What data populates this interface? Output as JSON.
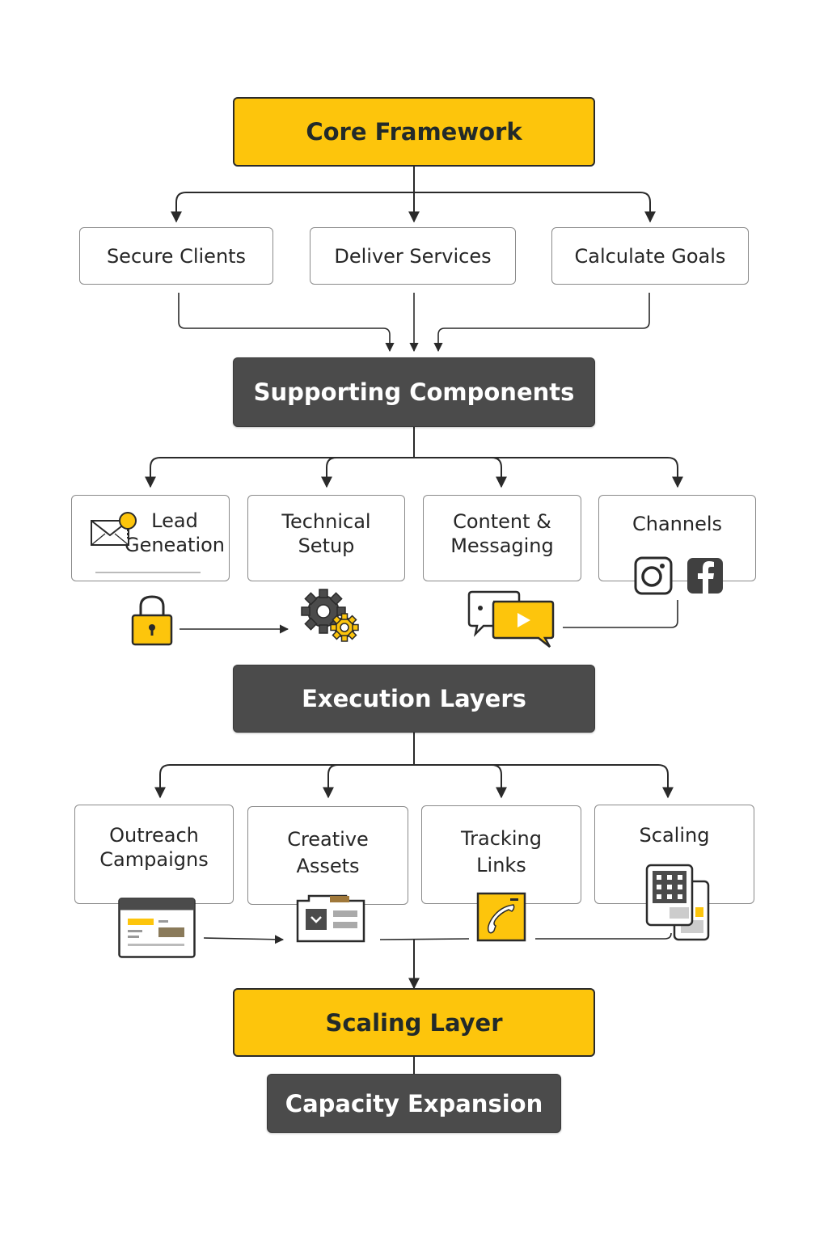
{
  "colors": {
    "accent": "#fdc50c",
    "dark": "#4b4b4b",
    "line": "#2a2a2a",
    "box_border": "#8a8a8a"
  },
  "core": {
    "label": "Core Framework"
  },
  "objectives": [
    {
      "label": "Secure Clients"
    },
    {
      "label": "Deliver Services"
    },
    {
      "label": "Calculate Goals"
    }
  ],
  "supporting": {
    "label": "Supporting Components"
  },
  "components": [
    {
      "line1": "Lead",
      "line2": "Geneation",
      "icon": "email-notification-icon"
    },
    {
      "line1": "Technical",
      "line2": "Setup",
      "icon": "gears-icon"
    },
    {
      "line1": "Content &",
      "line2": "Messaging",
      "icon": "chat-video-icon"
    },
    {
      "line1": "Channels",
      "line2": "",
      "icons": [
        "instagram-icon",
        "facebook-icon"
      ]
    }
  ],
  "component_extras": {
    "lock_icon": "padlock-icon"
  },
  "execution": {
    "label": "Execution Layers"
  },
  "layers": [
    {
      "line1": "Outreach",
      "line2": "Campaigns",
      "icon": "web-page-icon"
    },
    {
      "line1": "Creative",
      "line2": "Assets",
      "icon": "folder-download-icon"
    },
    {
      "line1": "Tracking",
      "line2": "Links",
      "icon": "phone-link-icon"
    },
    {
      "line1": "Scaling",
      "line2": "",
      "icon": "devices-grid-icon"
    }
  ],
  "scaling_layer": {
    "label": "Scaling Layer"
  },
  "capacity": {
    "label": "Capacity Expansion"
  }
}
